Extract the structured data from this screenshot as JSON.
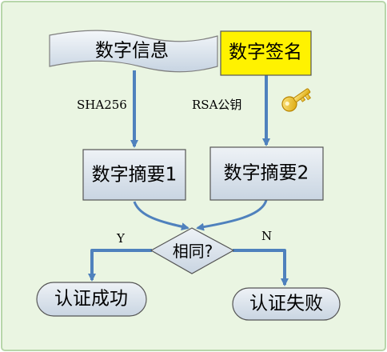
{
  "diagram": {
    "nodes": {
      "digital_info": "数字信息",
      "digital_signature": "数字签名",
      "digest_1": "数字摘要1",
      "digest_2": "数字摘要2",
      "decision": "相同?",
      "verify_success": "认证成功",
      "verify_fail": "认证失败"
    },
    "edges": {
      "hash_label": "SHA256",
      "rsa_label": "RSA公钥",
      "yes_label": "Y",
      "no_label": "N"
    },
    "icons": [
      "key-icon"
    ],
    "colors": {
      "background": "#eaf5e2",
      "border": "#b7d6aa",
      "arrow": "#4f81bd",
      "box_fill": "#dbe4ee",
      "signature_fill": "#fff200",
      "outline": "#7f7f7f"
    }
  }
}
